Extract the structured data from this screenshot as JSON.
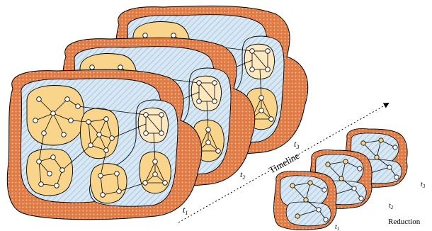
{
  "labels": {
    "large_t1": "t",
    "large_t1_sub": "1",
    "large_t2": "t",
    "large_t2_sub": "2",
    "large_t3": "t",
    "large_t3_sub": "3",
    "timeline": "Timeline",
    "small_t1": "t",
    "small_t1_sub": "1",
    "small_t2": "t",
    "small_t2_sub": "2",
    "small_t3": "t",
    "small_t3_sub": "3",
    "reduction": "Reduction"
  },
  "colors": {
    "outer_orange": "#e07b45",
    "outer_dots": "#f3b48a",
    "blue_hatch": "#cfe1ef",
    "hatch_line": "#8fb3cf",
    "yellow_cluster": "#f8d58a",
    "node_fill": "#ffffff",
    "stroke": "#000000"
  }
}
